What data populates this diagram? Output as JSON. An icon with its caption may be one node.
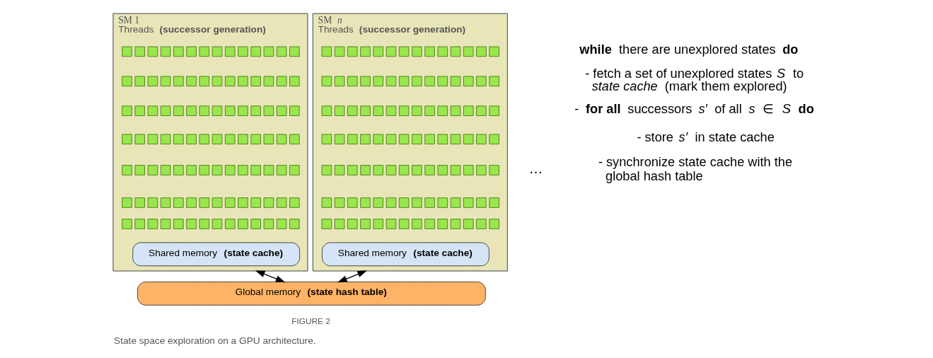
{
  "diagram": {
    "caption": "State space exploration on a GPU architecture.",
    "nodes": [
      {
        "text": [
          "SM 1",
          "Threads **(successor generation)**"
        ]
      },
      {
        "text": [
          "Shared memory **(state cache)**"
        ],
        "in": 0
      },
      {
        "text": [
          "SM *n*",
          "Threads **(successor generation)**"
        ]
      },
      {
        "text": [
          "Shared memory **(state cache)**"
        ],
        "in": 2
      },
      {
        "text": [
          "Global memory **(state hash table)**"
        ]
      }
    ],
    "edges": [
      {
        "from": 0,
        "to": 4,
        "arrow": "both"
      },
      {
        "from": 2,
        "to": 4,
        "arrow": "both"
      }
    ],
    "labels": [
      "…",
      "**while** there are unexplored states **do**",
      "- fetch a set of unexplored states *S* to *state cache* (mark them explored)",
      "- **for all** successors *s′* of all *s* ∈ *S* **do**",
      "- store *s′* in state cache",
      "- synchronize state cache with the global hash table",
      "FIGURE 2"
    ]
  }
}
